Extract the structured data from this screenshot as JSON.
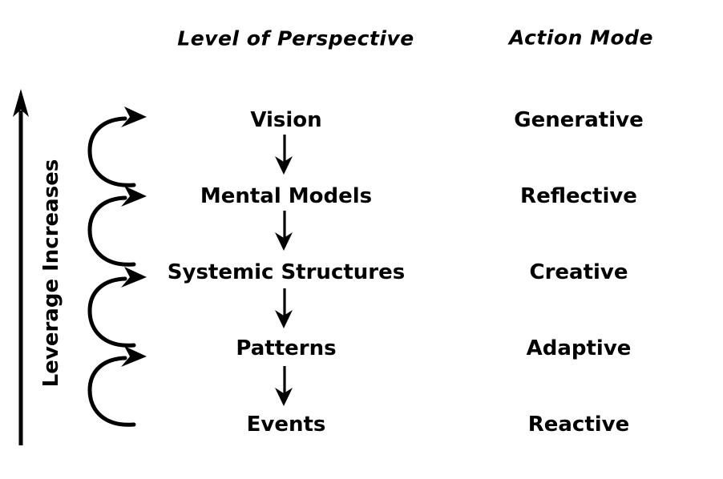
{
  "diagram": {
    "headers": {
      "perspective": "Level of Perspective",
      "action": "Action Mode"
    },
    "axis": {
      "label": "Leverage Increases"
    },
    "rows": [
      {
        "level": "Vision",
        "mode": "Generative"
      },
      {
        "level": "Mental Models",
        "mode": "Reflective"
      },
      {
        "level": "Systemic Structures",
        "mode": "Creative"
      },
      {
        "level": "Patterns",
        "mode": "Adaptive"
      },
      {
        "level": "Events",
        "mode": "Reactive"
      }
    ],
    "icons": {
      "leverage_arrow": "up-arrow",
      "flow_arrow": "down-arrow",
      "feedback_arrow": "curved-up-arrow"
    },
    "colors": {
      "ink": "#000000",
      "background": "#ffffff"
    }
  }
}
